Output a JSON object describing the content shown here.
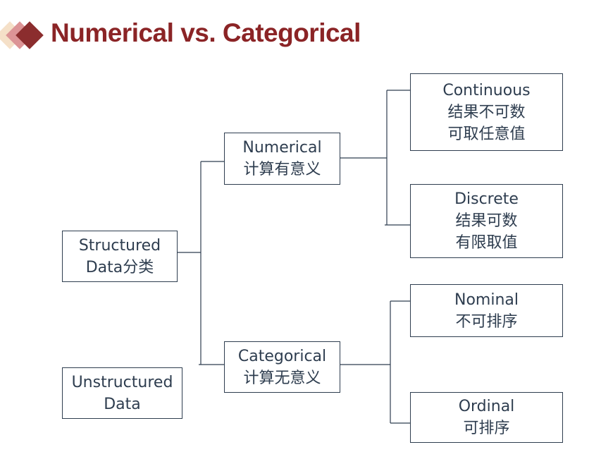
{
  "title": "Numerical vs. Categorical",
  "colors": {
    "title": "#8b2426",
    "line": "#2e3d4f",
    "logo": [
      "#f5e0c8",
      "#dc9496",
      "#8b2d2e"
    ]
  },
  "nodes": {
    "structured": {
      "line1": "Structured",
      "line2": "Data分类"
    },
    "unstructured": {
      "line1": "Unstructured",
      "line2": "Data"
    },
    "numerical": {
      "line1": "Numerical",
      "line2": "计算有意义"
    },
    "categorical": {
      "line1": "Categorical",
      "line2": "计算无意义"
    },
    "continuous": {
      "line1": "Continuous",
      "line2": "结果不可数",
      "line3": "可取任意值"
    },
    "discrete": {
      "line1": "Discrete",
      "line2": "结果可数",
      "line3": "有限取值"
    },
    "nominal": {
      "line1": "Nominal",
      "line2": "不可排序"
    },
    "ordinal": {
      "line1": "Ordinal",
      "line2": "可排序"
    }
  }
}
